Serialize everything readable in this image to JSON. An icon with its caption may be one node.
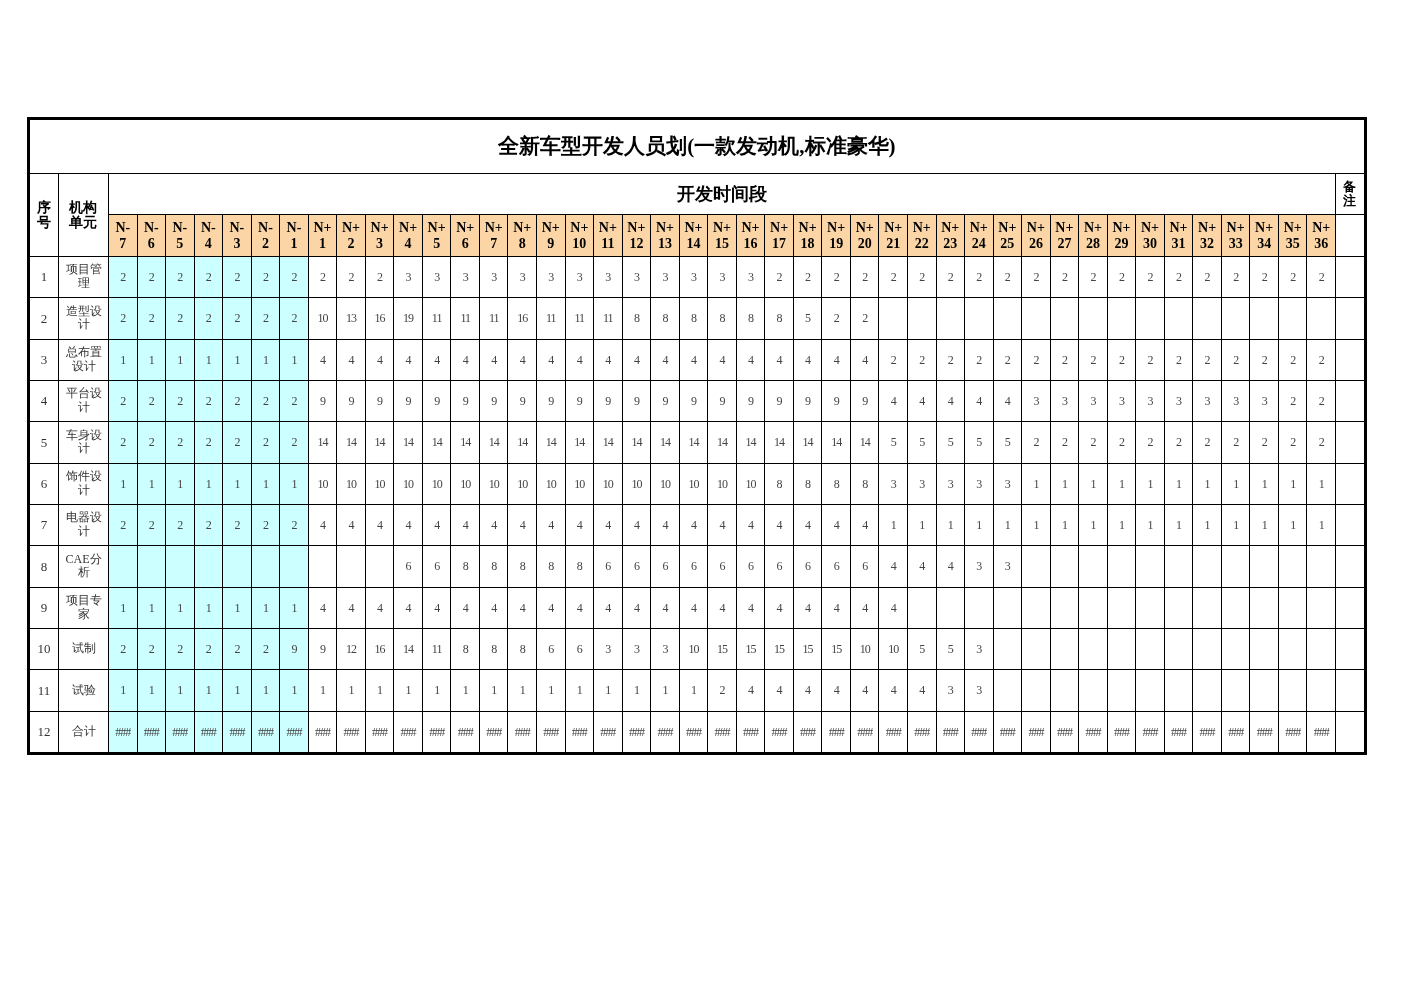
{
  "diagram": {
    "title": "全新车型开发人员划(一款发动机,标准豪华)",
    "labels": [
      "序号",
      "机构单元",
      "开发时间段",
      "备注",
      "N-7",
      "N-6",
      "N-5",
      "N-4",
      "N-3",
      "N-2",
      "N-1",
      "N+1",
      "N+2",
      "N+3",
      "N+4",
      "N+5",
      "N+6",
      "N+7",
      "N+8",
      "N+9",
      "N+10",
      "N+11",
      "N+12",
      "N+13",
      "N+14",
      "N+15",
      "N+16",
      "N+17",
      "N+18",
      "N+19",
      "N+20",
      "N+21",
      "N+22",
      "N+23",
      "N+24",
      "N+25",
      "N+26",
      "N+27",
      "N+28",
      "N+29",
      "N+30",
      "N+31",
      "N+32",
      "N+33",
      "N+34",
      "N+35",
      "N+36",
      "1",
      "项目管理",
      "2",
      "2",
      "2",
      "2",
      "2",
      "2",
      "2",
      "2",
      "2",
      "2",
      "3",
      "3",
      "3",
      "3",
      "3",
      "3",
      "3",
      "3",
      "3",
      "3",
      "3",
      "3",
      "3",
      "2",
      "2",
      "2",
      "2",
      "2",
      "2",
      "2",
      "2",
      "2",
      "2",
      "2",
      "2",
      "2",
      "2",
      "2",
      "2",
      "2",
      "2",
      "2",
      "2",
      "2",
      "造型设计",
      "2",
      "2",
      "2",
      "2",
      "2",
      "2",
      "2",
      "10",
      "13",
      "16",
      "19",
      "11",
      "11",
      "11",
      "16",
      "11",
      "11",
      "11",
      "8",
      "8",
      "8",
      "8",
      "8",
      "8",
      "5",
      "2",
      "2",
      "3",
      "总布置设计",
      "1",
      "1",
      "1",
      "1",
      "1",
      "1",
      "1",
      "4",
      "4",
      "4",
      "4",
      "4",
      "4",
      "4",
      "4",
      "4",
      "4",
      "4",
      "4",
      "4",
      "4",
      "4",
      "4",
      "4",
      "4",
      "4",
      "4",
      "2",
      "2",
      "2",
      "2",
      "2",
      "2",
      "2",
      "2",
      "2",
      "2",
      "2",
      "2",
      "2",
      "2",
      "2",
      "2",
      "4",
      "平台设计",
      "2",
      "2",
      "2",
      "2",
      "2",
      "2",
      "2",
      "9",
      "9",
      "9",
      "9",
      "9",
      "9",
      "9",
      "9",
      "9",
      "9",
      "9",
      "9",
      "9",
      "9",
      "9",
      "9",
      "9",
      "9",
      "9",
      "9",
      "4",
      "4",
      "4",
      "4",
      "4",
      "3",
      "3",
      "3",
      "3",
      "3",
      "3",
      "3",
      "3",
      "3",
      "2",
      "2",
      "5",
      "车身设计",
      "2",
      "2",
      "2",
      "2",
      "2",
      "2",
      "2",
      "14",
      "14",
      "14",
      "14",
      "14",
      "14",
      "14",
      "14",
      "14",
      "14",
      "14",
      "14",
      "14",
      "14",
      "14",
      "14",
      "14",
      "14",
      "14",
      "14",
      "5",
      "5",
      "5",
      "5",
      "5",
      "2",
      "2",
      "2",
      "2",
      "2",
      "2",
      "2",
      "2",
      "2",
      "2",
      "2",
      "6",
      "饰件设计",
      "1",
      "1",
      "1",
      "1",
      "1",
      "1",
      "1",
      "10",
      "10",
      "10",
      "10",
      "10",
      "10",
      "10",
      "10",
      "10",
      "10",
      "10",
      "10",
      "10",
      "10",
      "10",
      "10",
      "8",
      "8",
      "8",
      "8",
      "3",
      "3",
      "3",
      "3",
      "3",
      "1",
      "1",
      "1",
      "1",
      "1",
      "1",
      "1",
      "1",
      "1",
      "1",
      "1",
      "7",
      "电器设计",
      "2",
      "2",
      "2",
      "2",
      "2",
      "2",
      "2",
      "4",
      "4",
      "4",
      "4",
      "4",
      "4",
      "4",
      "4",
      "4",
      "4",
      "4",
      "4",
      "4",
      "4",
      "4",
      "4",
      "4",
      "4",
      "4",
      "4",
      "1",
      "1",
      "1",
      "1",
      "1",
      "1",
      "1",
      "1",
      "1",
      "1",
      "1",
      "1",
      "1",
      "1",
      "1",
      "1",
      "8",
      "CAE分析",
      "6",
      "6",
      "8",
      "8",
      "8",
      "8",
      "8",
      "6",
      "6",
      "6",
      "6",
      "6",
      "6",
      "6",
      "6",
      "6",
      "6",
      "4",
      "4",
      "4",
      "3",
      "3",
      "9",
      "项目专家",
      "1",
      "1",
      "1",
      "1",
      "1",
      "1",
      "1",
      "4",
      "4",
      "4",
      "4",
      "4",
      "4",
      "4",
      "4",
      "4",
      "4",
      "4",
      "4",
      "4",
      "4",
      "4",
      "4",
      "4",
      "4",
      "4",
      "4",
      "4",
      "10",
      "试制",
      "2",
      "2",
      "2",
      "2",
      "2",
      "2",
      "9",
      "9",
      "12",
      "16",
      "14",
      "11",
      "8",
      "8",
      "8",
      "6",
      "6",
      "3",
      "3",
      "3",
      "10",
      "15",
      "15",
      "15",
      "15",
      "15",
      "10",
      "10",
      "5",
      "5",
      "3",
      "11",
      "试验",
      "1",
      "1",
      "1",
      "1",
      "1",
      "1",
      "1",
      "1",
      "1",
      "1",
      "1",
      "1",
      "1",
      "1",
      "1",
      "1",
      "1",
      "1",
      "1",
      "1",
      "1",
      "2",
      "4",
      "4",
      "4",
      "4",
      "4",
      "4",
      "4",
      "3",
      "3",
      "12",
      "合计",
      "###",
      "###",
      "###",
      "###",
      "###",
      "###",
      "###",
      "###",
      "###",
      "###",
      "###",
      "###",
      "###",
      "###",
      "###",
      "###",
      "###",
      "###",
      "###",
      "###",
      "###",
      "###",
      "###",
      "###",
      "###",
      "###",
      "###",
      "###",
      "###",
      "###",
      "###",
      "###",
      "###",
      "###",
      "###",
      "###",
      "###",
      "###",
      "###",
      "###",
      "###",
      "###",
      "###"
    ]
  }
}
